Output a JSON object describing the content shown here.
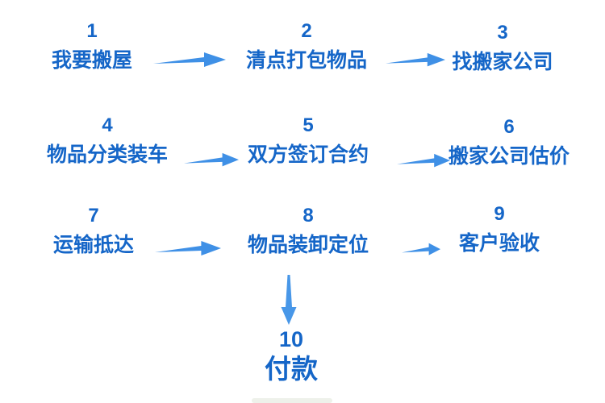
{
  "colors": {
    "step_text": "#1566c8",
    "arrow": "#3f90e6",
    "down_arrow": "#4897e8",
    "background": "#ffffff"
  },
  "steps": [
    {
      "number": "1",
      "label": "我要搬屋"
    },
    {
      "number": "2",
      "label": "清点打包物品"
    },
    {
      "number": "3",
      "label": "找搬家公司"
    },
    {
      "number": "4",
      "label": "物品分类装车"
    },
    {
      "number": "5",
      "label": "双方签订合约"
    },
    {
      "number": "6",
      "label": "搬家公司估价"
    },
    {
      "number": "7",
      "label": "运输抵达"
    },
    {
      "number": "8",
      "label": "物品装卸定位"
    },
    {
      "number": "9",
      "label": "客户验收"
    },
    {
      "number": "10",
      "label": "付款"
    }
  ]
}
